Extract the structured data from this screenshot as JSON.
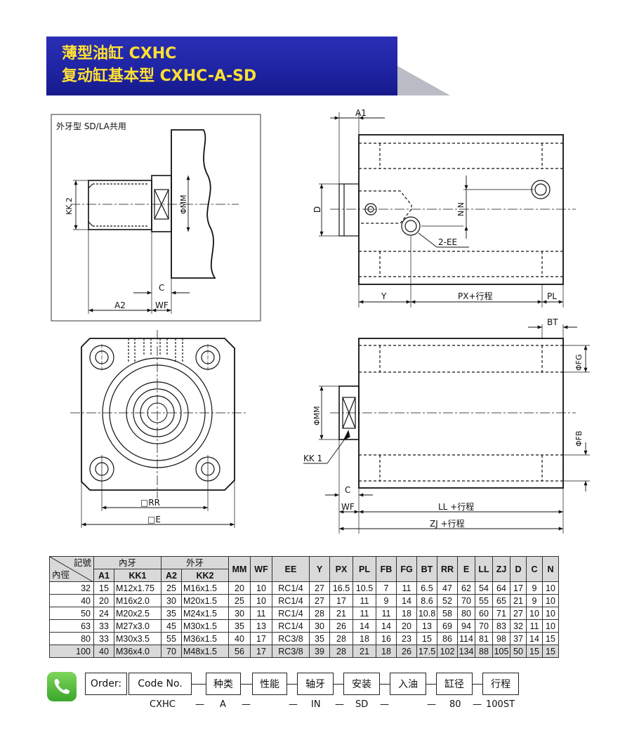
{
  "header": {
    "line1": "薄型油缸  CXHC",
    "line2": "复动缸基本型  CXHC-A-SD"
  },
  "colors": {
    "title_bg": "#1f24a3",
    "title_text": "#ffe033",
    "table_header": "#d9d9d9",
    "phone_icon": "#3aa72b"
  },
  "detail_view": {
    "caption": "外牙型  SD/LA共用",
    "labels": {
      "kk2": "KK 2",
      "mm": "ΦMM",
      "c": "C",
      "a2": "A2",
      "wf": "WF"
    }
  },
  "side_view": {
    "labels": {
      "a1": "A1",
      "d": "D",
      "nn": "N N",
      "ee": "2-EE",
      "y": "Y",
      "px": "PX+行程",
      "pl": "PL"
    }
  },
  "front_view": {
    "labels": {
      "rr": "□RR",
      "e": "□E"
    }
  },
  "bottom_view": {
    "labels": {
      "bt": "BT",
      "fg": "ΦFG",
      "fb": "ΦFB",
      "mm": "ΦMM",
      "kk1": "KK 1",
      "c": "C",
      "wf": "WF",
      "ll": "LL +行程",
      "zj": "ZJ +行程"
    }
  },
  "spec_table": {
    "corner_top": "記號",
    "corner_bottom": "內徑",
    "group_inner": "內牙",
    "group_outer": "外牙",
    "sub_headers": [
      "A1",
      "KK1",
      "A2",
      "KK2"
    ],
    "columns": [
      "MM",
      "WF",
      "EE",
      "Y",
      "PX",
      "PL",
      "FB",
      "FG",
      "BT",
      "RR",
      "E",
      "LL",
      "ZJ",
      "D",
      "C",
      "N"
    ],
    "rows": [
      [
        "32",
        "15",
        "M12x1.75",
        "25",
        "M16x1.5",
        "20",
        "10",
        "RC1/4",
        "27",
        "16.5",
        "10.5",
        "7",
        "11",
        "6.5",
        "47",
        "62",
        "54",
        "64",
        "17",
        "9",
        "10"
      ],
      [
        "40",
        "20",
        "M16x2.0",
        "30",
        "M20x1.5",
        "25",
        "10",
        "RC1/4",
        "27",
        "17",
        "11",
        "9",
        "14",
        "8.6",
        "52",
        "70",
        "55",
        "65",
        "21",
        "9",
        "10"
      ],
      [
        "50",
        "24",
        "M20x2.5",
        "35",
        "M24x1.5",
        "30",
        "11",
        "RC1/4",
        "28",
        "21",
        "11",
        "11",
        "18",
        "10.8",
        "58",
        "80",
        "60",
        "71",
        "27",
        "10",
        "10"
      ],
      [
        "63",
        "33",
        "M27x3.0",
        "45",
        "M30x1.5",
        "35",
        "13",
        "RC1/4",
        "30",
        "26",
        "14",
        "14",
        "20",
        "13",
        "69",
        "94",
        "70",
        "83",
        "32",
        "11",
        "10"
      ],
      [
        "80",
        "33",
        "M30x3.5",
        "55",
        "M36x1.5",
        "40",
        "17",
        "RC3/8",
        "35",
        "28",
        "18",
        "16",
        "23",
        "15",
        "86",
        "114",
        "81",
        "98",
        "37",
        "14",
        "15"
      ],
      [
        "100",
        "40",
        "M36x4.0",
        "70",
        "M48x1.5",
        "56",
        "17",
        "RC3/8",
        "39",
        "28",
        "21",
        "18",
        "26",
        "17.5",
        "102",
        "134",
        "88",
        "105",
        "50",
        "15",
        "15"
      ]
    ]
  },
  "order": {
    "boxes": [
      "Order:",
      "Code No.",
      "种类",
      "性能",
      "轴牙",
      "安装",
      "入油",
      "缸径",
      "行程"
    ],
    "values": {
      "code": "CXHC",
      "type": "A",
      "thread": "IN",
      "mount": "SD",
      "bore": "80",
      "stroke": "100ST"
    }
  }
}
